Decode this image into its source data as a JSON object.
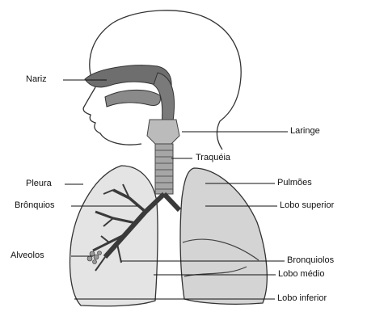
{
  "labels": {
    "nariz": "Nariz",
    "laringe": "Laringe",
    "traqueia": "Traquéia",
    "pleura": "Pleura",
    "pulmoes": "Pulmões",
    "bronquios": "Brônquios",
    "lobo_superior": "Lobo superior",
    "alveolos": "Alveolos",
    "bronquiolos": "Bronquiolos",
    "lobo_medio": "Lobo médio",
    "lobo_inferior": "Lobo inferior"
  }
}
